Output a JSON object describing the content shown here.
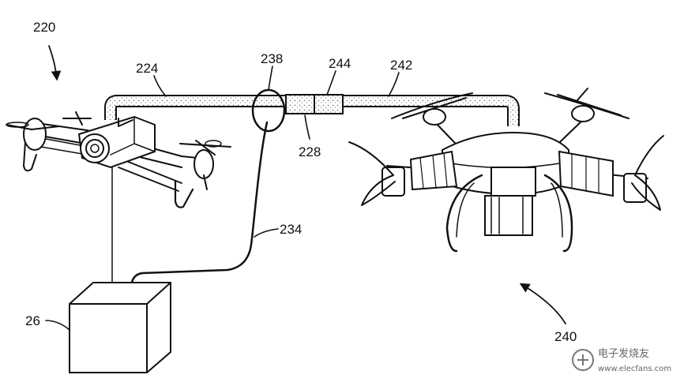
{
  "labels": {
    "l220": "220",
    "l224": "224",
    "l238": "238",
    "l244": "244",
    "l242": "242",
    "l228": "228",
    "l234": "234",
    "l26": "26",
    "l240": "240"
  },
  "watermark": {
    "text": "电子发烧友",
    "url": "www.elecfans.com"
  }
}
